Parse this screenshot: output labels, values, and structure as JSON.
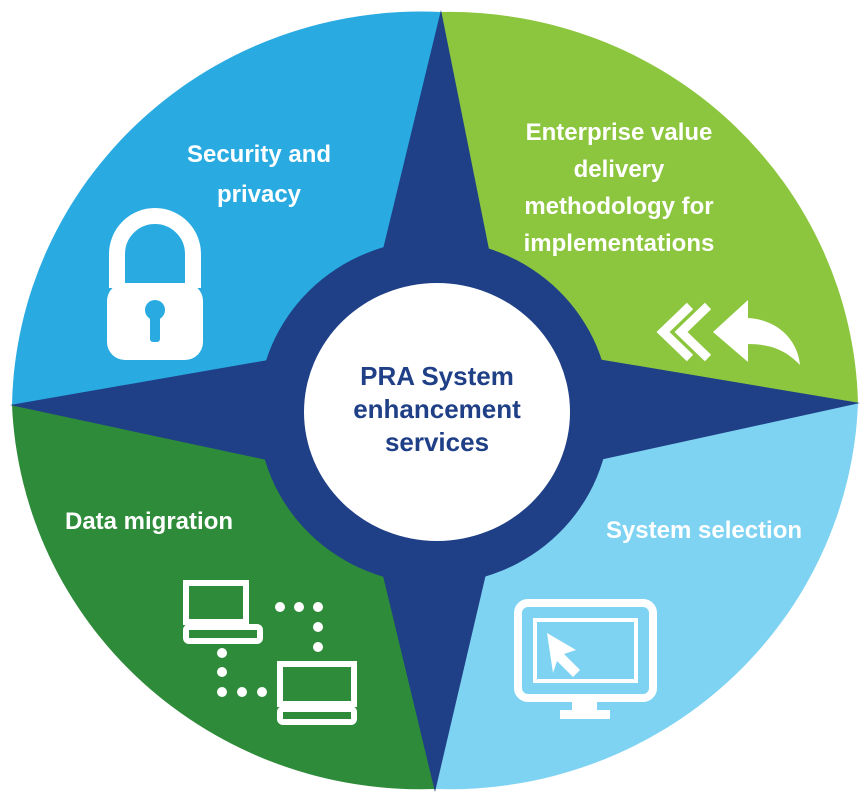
{
  "diagram": {
    "center": {
      "lines": [
        "PRA System",
        "enhancement",
        "services"
      ]
    },
    "quadrants": [
      {
        "id": "security",
        "lines": [
          "Security and",
          "privacy"
        ],
        "icon": "padlock-icon",
        "color": "#29abe2"
      },
      {
        "id": "enterprise",
        "lines": [
          "Enterprise value",
          "delivery",
          "methodology for",
          "implementations"
        ],
        "icon": "double-arrow-back-icon",
        "color": "#8cc63f"
      },
      {
        "id": "data-migration",
        "lines": [
          "Data migration"
        ],
        "icon": "connected-computers-icon",
        "color": "#2e8b3a"
      },
      {
        "id": "system-selection",
        "lines": [
          "System selection"
        ],
        "icon": "monitor-cursor-icon",
        "color": "#7fd3f2"
      }
    ],
    "star_color": "#1f3f86",
    "inner_circle_color": "#ffffff"
  }
}
